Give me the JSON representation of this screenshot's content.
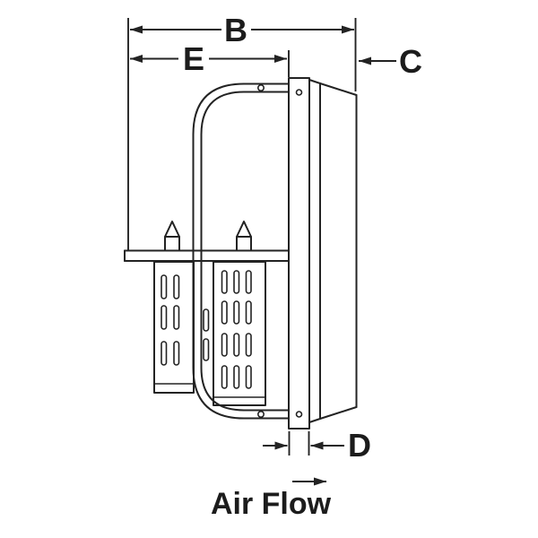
{
  "diagram": {
    "labels": {
      "dim_b": "B",
      "dim_e": "E",
      "dim_c": "C",
      "dim_d": "D",
      "air_flow": "Air Flow"
    },
    "icons": {
      "dimension_arrowhead": "filled-triangle-arrowhead",
      "air_flow_arrowhead": "right-arrowhead"
    },
    "colors": {
      "line": "#232323",
      "background": "#ffffff",
      "text": "#1c1c1c"
    }
  }
}
